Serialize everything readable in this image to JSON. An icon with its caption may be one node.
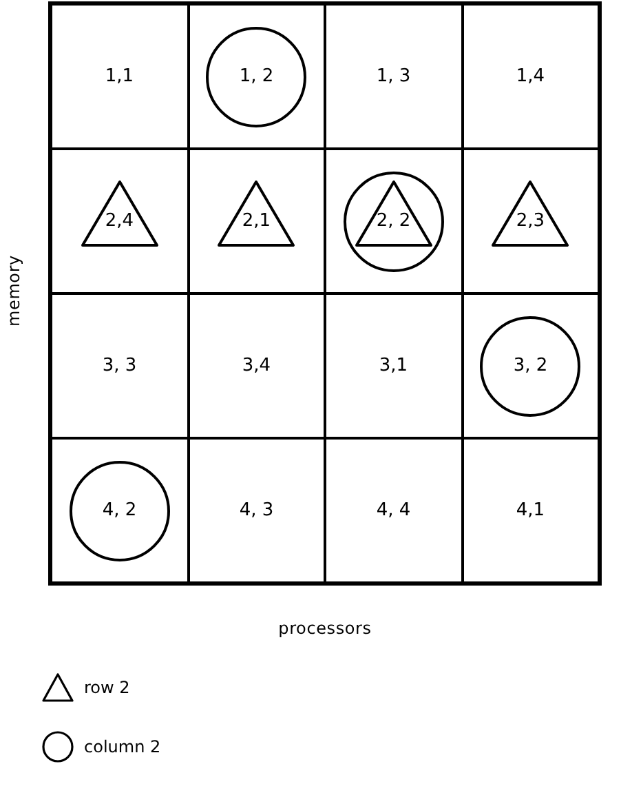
{
  "diagram": {
    "nodes": [
      {
        "text": [
          "1,1"
        ]
      },
      {
        "text": [
          "1, 2"
        ]
      },
      {
        "text": [
          "1, 3"
        ]
      },
      {
        "text": [
          "1,4"
        ]
      },
      {
        "text": [
          "2,4"
        ]
      },
      {
        "text": [
          "2,1"
        ]
      },
      {
        "text": [
          "2, 2"
        ]
      },
      {
        "text": [
          "2,3"
        ]
      },
      {
        "text": [
          "3, 3"
        ]
      },
      {
        "text": [
          "3,4"
        ]
      },
      {
        "text": [
          "3,1"
        ]
      },
      {
        "text": [
          "3, 2"
        ]
      },
      {
        "text": [
          "4, 2"
        ]
      },
      {
        "text": [
          "4, 3"
        ]
      },
      {
        "text": [
          "4, 4"
        ]
      },
      {
        "text": [
          "4,1"
        ]
      }
    ],
    "labels": [
      "memory",
      "processors"
    ],
    "legend": [
      {
        "text": "row 2"
      },
      {
        "text": "column 2"
      }
    ]
  }
}
